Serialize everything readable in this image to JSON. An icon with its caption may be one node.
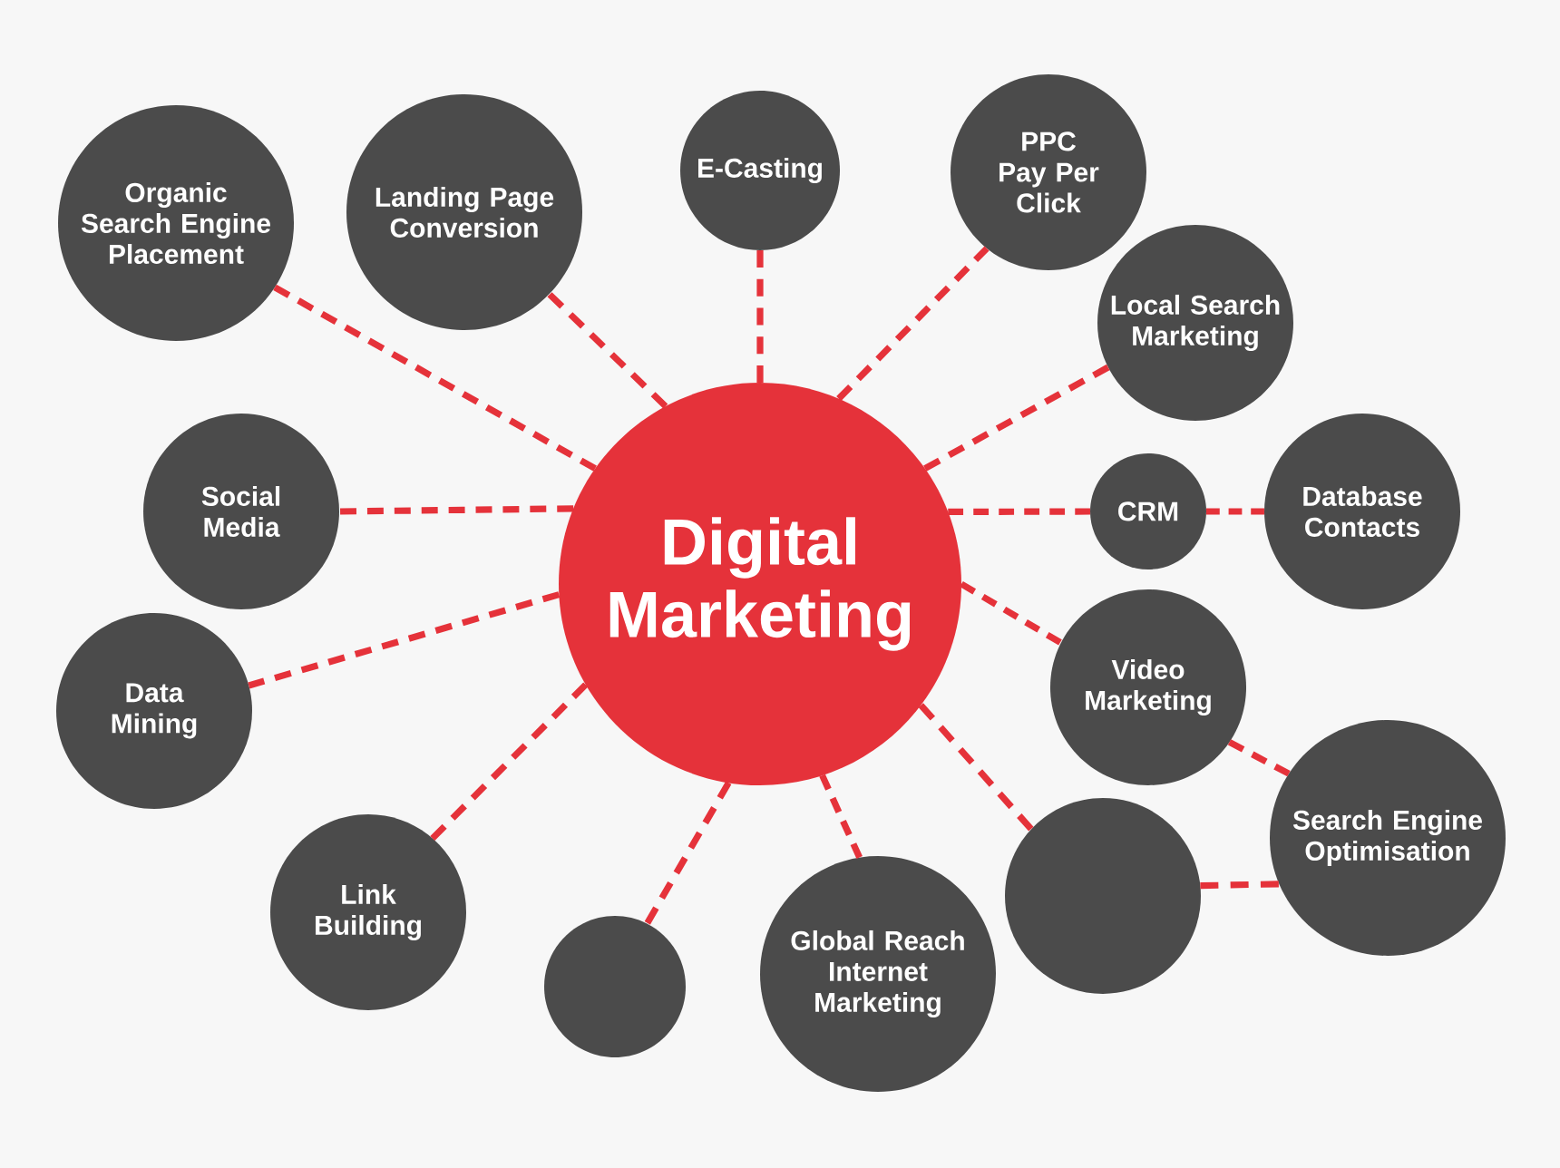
{
  "diagram": {
    "nodes": [
      {
        "text": [
          "Digital Marketing"
        ]
      },
      {
        "text": [
          "Organic Search Engine Placement"
        ]
      },
      {
        "text": [
          "Landing Page Conversion"
        ]
      },
      {
        "text": [
          "E-Casting"
        ]
      },
      {
        "text": [
          "PPC Pay Per Click"
        ]
      },
      {
        "text": [
          "Local Search Marketing"
        ]
      },
      {
        "text": [
          "Social Media"
        ]
      },
      {
        "text": [
          "CRM"
        ]
      },
      {
        "text": [
          "Database Contacts"
        ]
      },
      {
        "text": [
          "Data Mining"
        ]
      },
      {
        "text": [
          "Video Marketing"
        ]
      },
      {
        "text": [
          "Search Engine Optimisation"
        ]
      },
      {
        "text": [
          "Link Building"
        ]
      },
      {
        "text": [],
        "shape": "circle"
      },
      {
        "text": [
          "Global Reach Internet Marketing"
        ]
      },
      {
        "text": [],
        "shape": "circle"
      }
    ],
    "edges": [
      {
        "from": 0,
        "to": 1,
        "arrow": "none",
        "style": "dashed"
      },
      {
        "from": 0,
        "to": 2,
        "arrow": "none",
        "style": "dashed"
      },
      {
        "from": 0,
        "to": 3,
        "arrow": "none",
        "style": "dashed"
      },
      {
        "from": 0,
        "to": 4,
        "arrow": "none",
        "style": "dashed"
      },
      {
        "from": 0,
        "to": 5,
        "arrow": "none",
        "style": "dashed"
      },
      {
        "from": 0,
        "to": 6,
        "arrow": "none",
        "style": "dashed"
      },
      {
        "from": 0,
        "to": 7,
        "arrow": "none",
        "style": "dashed"
      },
      {
        "from": 7,
        "to": 8,
        "arrow": "none",
        "style": "dashed"
      },
      {
        "from": 0,
        "to": 9,
        "arrow": "none",
        "style": "dashed"
      },
      {
        "from": 0,
        "to": 10,
        "arrow": "none",
        "style": "dashed"
      },
      {
        "from": 10,
        "to": 11,
        "arrow": "none",
        "style": "dashed"
      },
      {
        "from": 0,
        "to": 12,
        "arrow": "none",
        "style": "dashed"
      },
      {
        "from": 0,
        "to": 13,
        "arrow": "none",
        "style": "dashed"
      },
      {
        "from": 0,
        "to": 14,
        "arrow": "none",
        "style": "dashed"
      },
      {
        "from": 0,
        "to": 15,
        "arrow": "none",
        "style": "dashed"
      },
      {
        "from": 15,
        "to": 11,
        "arrow": "none",
        "style": "dashed"
      }
    ]
  }
}
